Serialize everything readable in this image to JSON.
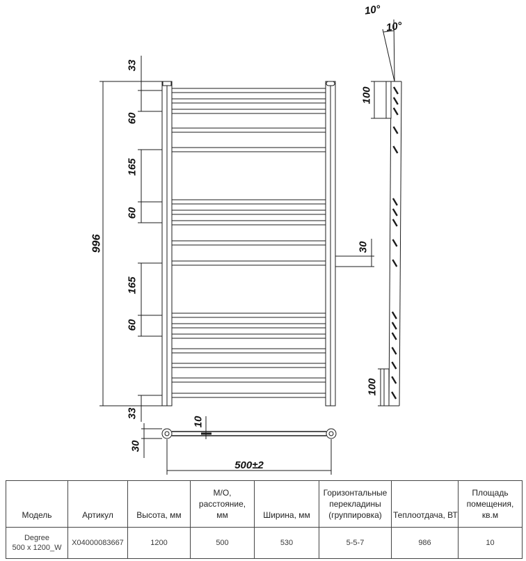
{
  "drawing": {
    "angle_top": "10°",
    "angle_second": "10°",
    "total_height": "996",
    "left_dims": [
      "33",
      "60",
      "165",
      "60",
      "165",
      "60",
      "33"
    ],
    "side_top": "100",
    "side_middle": "30",
    "side_bottom": "100",
    "plan_depth": "30",
    "plan_offset": "10",
    "plan_width": "500±2"
  },
  "table": {
    "headers": [
      [
        "Модель"
      ],
      [
        "Артикул"
      ],
      [
        "Высота, мм"
      ],
      [
        "М/О,",
        "расстояние,",
        "мм"
      ],
      [
        "Ширина, мм"
      ],
      [
        "Горизонтальные",
        "перекладины",
        "(группировка)"
      ],
      [
        "Теплоотдача, ВТ"
      ],
      [
        "Площадь",
        "помещения,",
        "кв.м"
      ]
    ],
    "row": [
      [
        "Degree",
        "500 x 1200_W"
      ],
      [
        "X04000083667"
      ],
      [
        "1200"
      ],
      [
        "500"
      ],
      [
        "530"
      ],
      [
        "5-5-7"
      ],
      [
        "986"
      ],
      [
        "10"
      ]
    ]
  }
}
